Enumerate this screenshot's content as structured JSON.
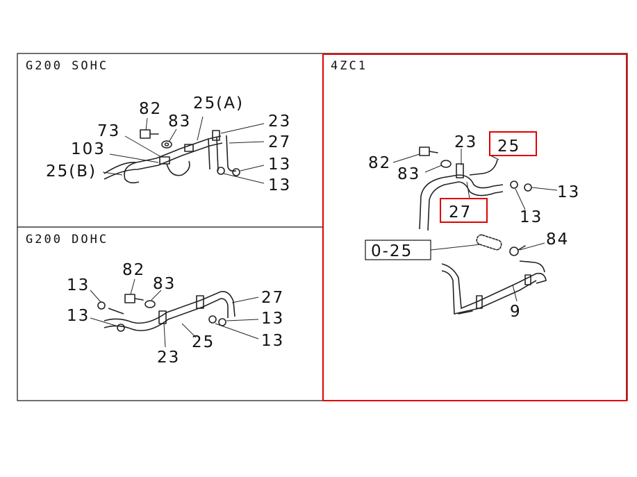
{
  "panels": {
    "sohc": {
      "title": "G200 SOHC",
      "labels": {
        "p82": "82",
        "p83": "83",
        "p25a": "25(A)",
        "p23": "23",
        "p73": "73",
        "p27": "27",
        "p103": "103",
        "p13a": "13",
        "p25b": "25(B)",
        "p13b": "13"
      }
    },
    "dohc": {
      "title": "G200 DOHC",
      "labels": {
        "p82": "82",
        "p13a": "13",
        "p83": "83",
        "p27": "27",
        "p13b": "13",
        "p13c": "13",
        "p25": "25",
        "p13d": "13",
        "p23": "23"
      }
    },
    "zc1": {
      "title": "4ZC1",
      "labels": {
        "p23": "23",
        "p25": "25",
        "p82": "82",
        "p83": "83",
        "p13a": "13",
        "p27": "27",
        "p13b": "13",
        "p84": "84",
        "p025": "0-25",
        "p9": "9"
      }
    }
  },
  "colors": {
    "highlight": "#e00000",
    "line": "#222222"
  }
}
